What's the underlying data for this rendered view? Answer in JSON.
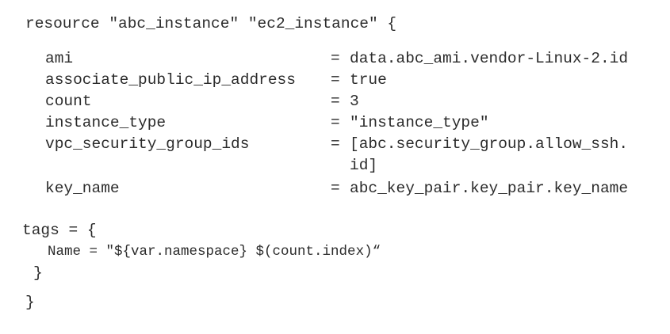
{
  "document": {
    "type": "terraform-hcl-code-block",
    "language": "HCL (Terraform)",
    "background_color": "#ffffff",
    "text_color": "#2b2b2b"
  },
  "code": {
    "resource_declaration": "resource \"abc_instance\" \"ec2_instance\" {",
    "equals": "=",
    "properties": [
      {
        "key": "ami",
        "value": "data.abc_ami.vendor-Linux-2.id"
      },
      {
        "key": "associate_public_ip_address",
        "value": "true"
      },
      {
        "key": "count",
        "value": "3"
      },
      {
        "key": "instance_type",
        "value": "\"instance_type\""
      },
      {
        "key": "vpc_security_group_ids",
        "value": "[abc.security_group.allow_ssh.",
        "value_continuation": "id]"
      },
      {
        "key": "key_name",
        "value": "abc_key_pair.key_pair.key_name"
      }
    ],
    "tags_block": {
      "open": "tags = {",
      "name_entry": "Name = \"${var.namespace} $(count.index)“",
      "close": "}"
    },
    "resource_close": "}"
  }
}
